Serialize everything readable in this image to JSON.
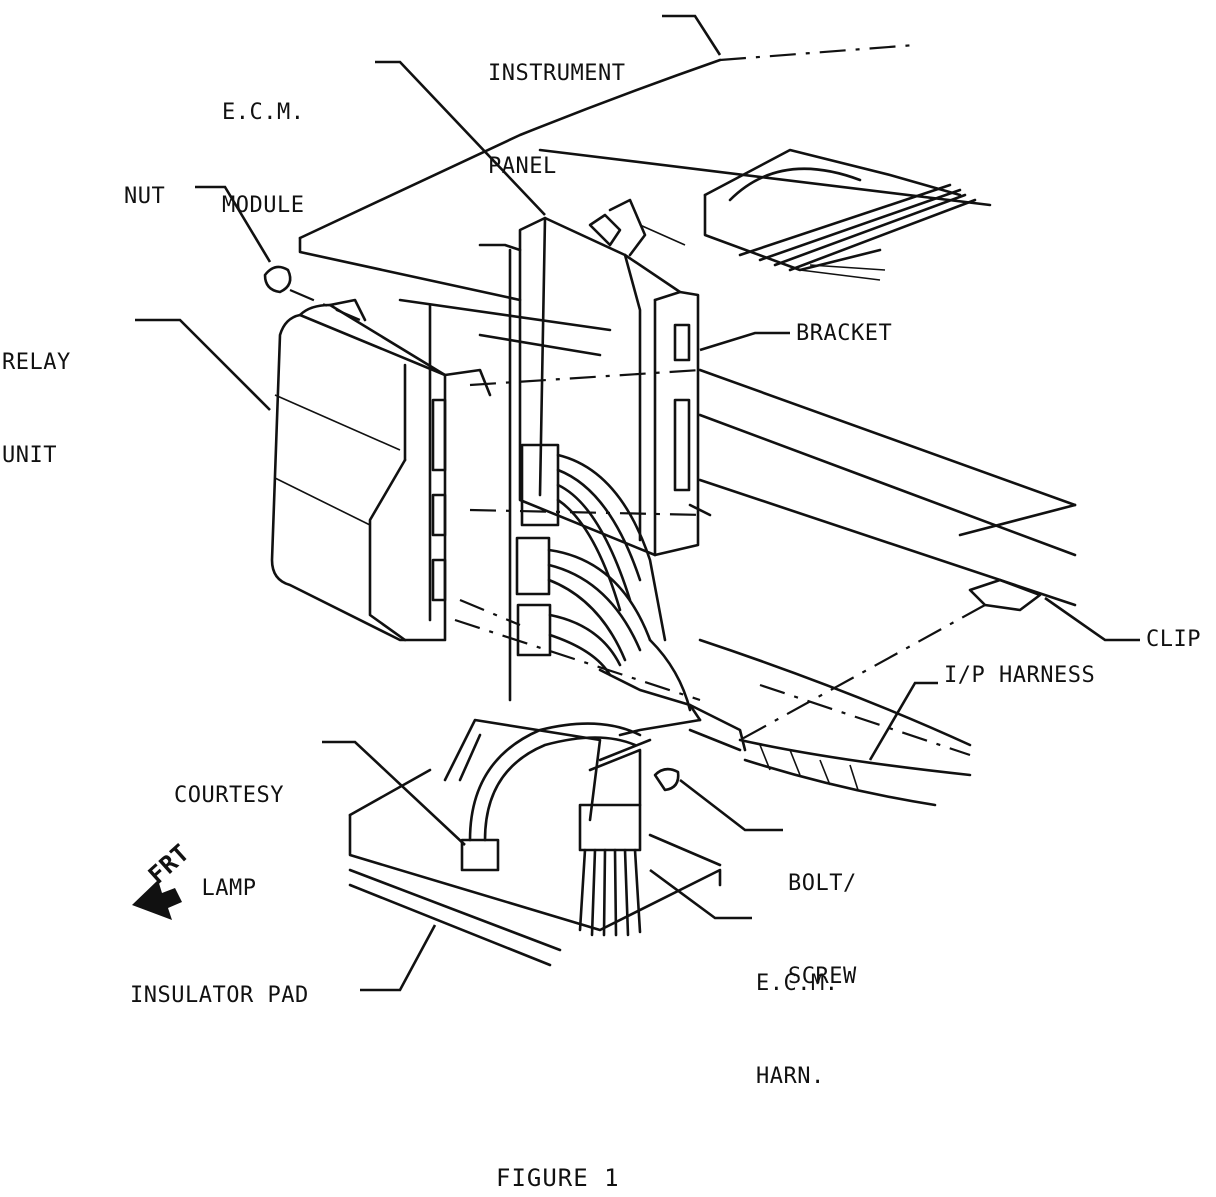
{
  "labels": {
    "instrument_panel": [
      "INSTRUMENT",
      "PANEL"
    ],
    "ecm_module": [
      "E.C.M.",
      "MODULE"
    ],
    "nut": "NUT",
    "relay_unit": [
      "RELAY",
      "UNIT"
    ],
    "bracket": "BRACKET",
    "clip": "CLIP",
    "ip_harness": "I/P HARNESS",
    "courtesy_lamp": [
      "COURTESY",
      "LAMP"
    ],
    "bolt_screw": [
      "BOLT/",
      "SCREW"
    ],
    "ecm_harn": [
      "E.C.M.",
      "HARN."
    ],
    "insulator_pad": "INSULATOR PAD",
    "frt": "FRT"
  },
  "caption": "FIGURE 1"
}
